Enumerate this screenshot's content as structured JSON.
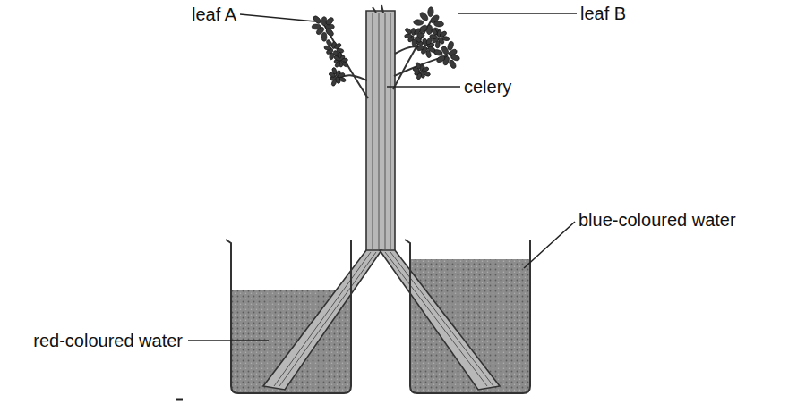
{
  "diagram": {
    "labels": [
      "leaf A",
      "leaf B",
      "celery",
      "red-coloured water",
      "blue-coloured water"
    ]
  }
}
